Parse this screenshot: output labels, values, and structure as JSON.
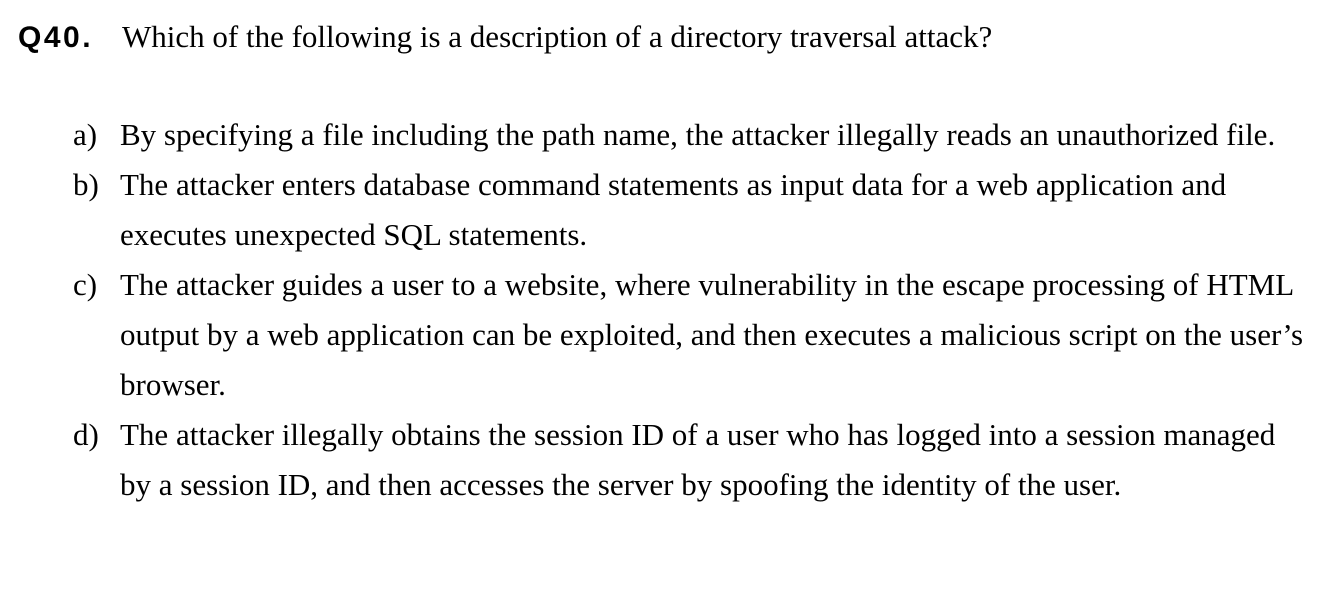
{
  "question": {
    "number": "Q40.",
    "text": "Which of the following is a description of a directory traversal attack?"
  },
  "options": [
    {
      "letter": "a)",
      "text": "By specifying a file including the path name, the attacker illegally reads an unauthorized file."
    },
    {
      "letter": "b)",
      "text": "The attacker enters database command statements as input data for a web application and executes unexpected SQL statements."
    },
    {
      "letter": "c)",
      "text": "The attacker guides a user to a website, where vulnerability in the escape processing of HTML output by a web application can be exploited, and then executes a malicious script on the user’s browser."
    },
    {
      "letter": "d)",
      "text": "The attacker illegally obtains the session ID of a user who has logged into a session managed by a session ID, and then accesses the server by spoofing the identity of the user."
    }
  ]
}
